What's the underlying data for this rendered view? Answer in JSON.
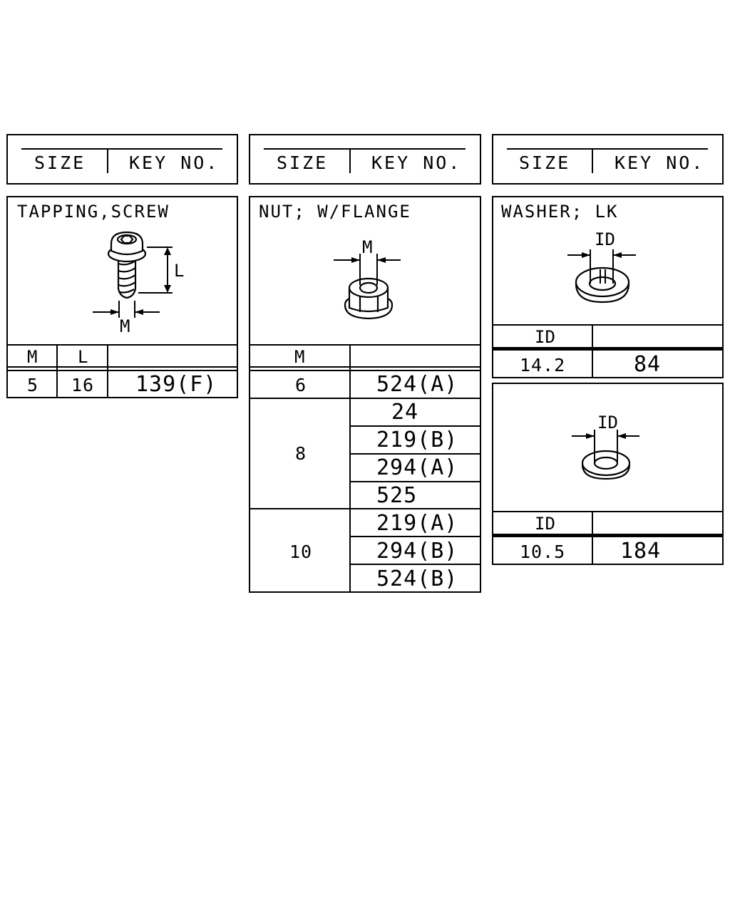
{
  "header": {
    "size_label": "SIZE",
    "key_label": "KEY NO."
  },
  "screw": {
    "title": "TAPPING,SCREW",
    "dim_l": "L",
    "dim_m": "M",
    "col_m": "M",
    "col_l": "L",
    "rows": [
      {
        "m": "5",
        "l": "16",
        "key": "139(F)"
      }
    ]
  },
  "nut": {
    "title": "NUT; W/FLANGE",
    "dim_m": "M",
    "col_m": "M",
    "groups": [
      {
        "m": "6",
        "keys": [
          "524(A)"
        ]
      },
      {
        "m": "8",
        "keys": [
          "24",
          "219(B)",
          "294(A)",
          "525"
        ]
      },
      {
        "m": "10",
        "keys": [
          "219(A)",
          "294(B)",
          "524(B)"
        ]
      }
    ]
  },
  "washer_lk": {
    "title": "WASHER; LK",
    "dim_id": "ID",
    "col_id": "ID",
    "rows": [
      {
        "id": "14.2",
        "key": "84"
      }
    ]
  },
  "washer": {
    "dim_id": "ID",
    "col_id": "ID",
    "rows": [
      {
        "id": "10.5",
        "key": "184"
      }
    ]
  }
}
